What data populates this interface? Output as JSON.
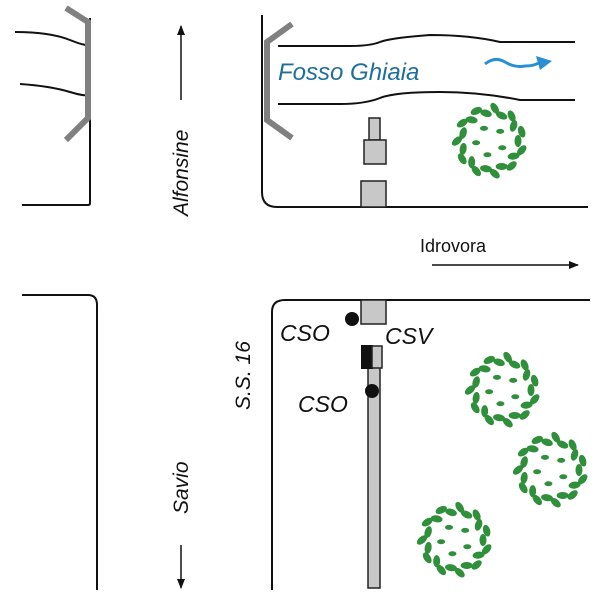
{
  "labels": {
    "river": "Fosso Ghiaia",
    "north_direction": "Alfonsine",
    "south_direction": "Savio",
    "east_direction": "Idrovora",
    "road": "S.S. 16",
    "cso_top": "CSO",
    "csv": "CSV",
    "cso_bottom": "CSO"
  },
  "colors": {
    "river_text": "#1d6e9c",
    "river_arrow": "#2a8fd0",
    "structure_gray": "#c8c8c8",
    "bridge_gray": "#808080",
    "tree_green": "#2f8f3a"
  },
  "icons": [
    "tree-icon",
    "flow-arrow-icon"
  ]
}
